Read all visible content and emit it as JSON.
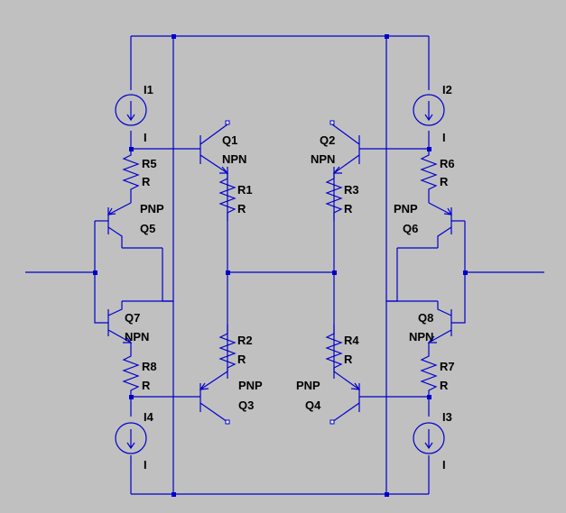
{
  "schematic": {
    "colors": {
      "background": "#c0c0c0",
      "wire": "#0000cc",
      "text": "#000000"
    },
    "sources": [
      {
        "id": "I1",
        "name": "I1",
        "value": "I"
      },
      {
        "id": "I2",
        "name": "I2",
        "value": "I"
      },
      {
        "id": "I3",
        "name": "I3",
        "value": "I"
      },
      {
        "id": "I4",
        "name": "I4",
        "value": "I"
      }
    ],
    "resistors": [
      {
        "id": "R1",
        "name": "R1",
        "value": "R"
      },
      {
        "id": "R2",
        "name": "R2",
        "value": "R"
      },
      {
        "id": "R3",
        "name": "R3",
        "value": "R"
      },
      {
        "id": "R4",
        "name": "R4",
        "value": "R"
      },
      {
        "id": "R5",
        "name": "R5",
        "value": "R"
      },
      {
        "id": "R6",
        "name": "R6",
        "value": "R"
      },
      {
        "id": "R7",
        "name": "R7",
        "value": "R"
      },
      {
        "id": "R8",
        "name": "R8",
        "value": "R"
      }
    ],
    "transistors": [
      {
        "id": "Q1",
        "name": "Q1",
        "model": "NPN"
      },
      {
        "id": "Q2",
        "name": "Q2",
        "model": "NPN"
      },
      {
        "id": "Q3",
        "name": "Q3",
        "model": "PNP"
      },
      {
        "id": "Q4",
        "name": "Q4",
        "model": "PNP"
      },
      {
        "id": "Q5",
        "name": "Q5",
        "model": "PNP"
      },
      {
        "id": "Q6",
        "name": "Q6",
        "model": "PNP"
      },
      {
        "id": "Q7",
        "name": "Q7",
        "model": "NPN"
      },
      {
        "id": "Q8",
        "name": "Q8",
        "model": "NPN"
      }
    ]
  }
}
